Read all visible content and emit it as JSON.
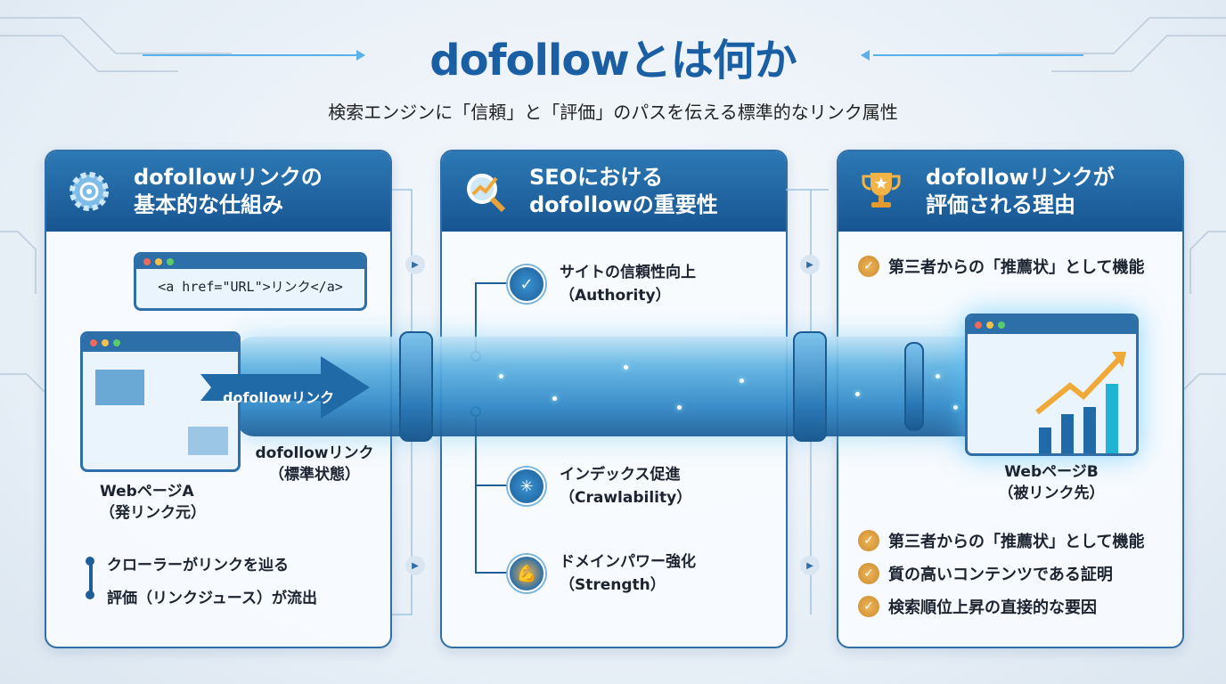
{
  "title": "dofollowとは何か",
  "subtitle": "検索エンジンに「信頼」と「評価」のパスを伝える標準的なリンク属性",
  "colors": {
    "primary": "#1a5ea3",
    "header": "#1f65a0",
    "check": "#d99a3a"
  },
  "panels": [
    {
      "icon": "gear-icon",
      "title_line1": "dofollowリンクの",
      "title_line2": "基本的な仕組み",
      "code": "<a href=\"URL\">リンク</a>",
      "arrow_label": "dofollowリンク",
      "link_label_line1": "dofollowリンク",
      "link_label_line2": "（標準状態）",
      "page_label_line1": "WebページA",
      "page_label_line2": "（発リンク元）",
      "steps": [
        "クローラーがリンクを辿る",
        "評価（リンクジュース）が流出"
      ]
    },
    {
      "icon": "magnifier-chart-icon",
      "title_line1": "SEOにおける",
      "title_line2": "dofollowの重要性",
      "items": [
        {
          "icon": "shield-check-icon",
          "line1": "サイトの信頼性向上",
          "line2": "（Authority）"
        },
        {
          "icon": "network-icon",
          "line1": "インデックス促進",
          "line2": "（Crawlability）"
        },
        {
          "icon": "muscle-icon",
          "line1": "ドメインパワー強化",
          "line2": "（Strength）"
        }
      ]
    },
    {
      "icon": "trophy-icon",
      "title_line1": "dofollowリンクが",
      "title_line2": "評価される理由",
      "top_point": "第三者からの「推薦状」として機能",
      "page_label_line1": "WebページB",
      "page_label_line2": "（被リンク先）",
      "points": [
        "第三者からの「推薦状」として機能",
        "質の高いコンテンツである証明",
        "検索順位上昇の直接的な要因"
      ]
    }
  ]
}
